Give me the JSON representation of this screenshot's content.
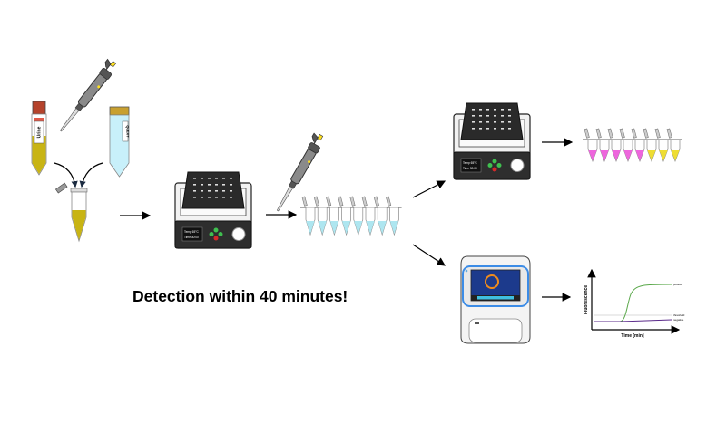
{
  "headline": "Detection within 40 minutes!",
  "sample_tube_label": "Urine",
  "buffer_tube_label": "QuEXT",
  "heat_block_display": [
    "Temp 65°C",
    "Time 30:00"
  ],
  "result_strip": {
    "positive_count": 5,
    "negative_count": 3,
    "positive_color": "#ee66dd",
    "negative_color": "#eedd33"
  },
  "reaction_strip_count": 8,
  "chart": {
    "ylabel": "Fluorescence",
    "xlabel": "Time [min]",
    "series": [
      "positive",
      "threshold",
      "negative"
    ]
  },
  "colors": {
    "sample": "#c8b414",
    "buffer": "#c8f0fa",
    "reaction": "#aee6f0",
    "qpcr_frame": "#3c8ce6"
  }
}
